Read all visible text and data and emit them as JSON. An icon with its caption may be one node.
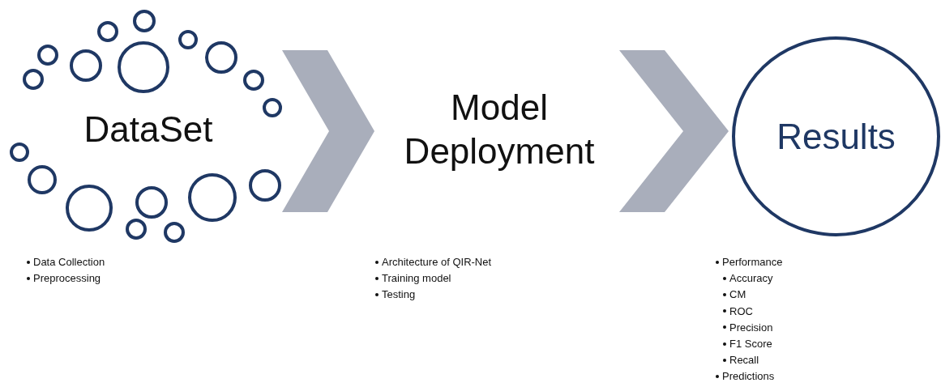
{
  "diagram": {
    "nodes": [
      {
        "text": [
          "DataSet"
        ],
        "beside": [
          "Data Collection",
          "Preprocessing"
        ]
      },
      {
        "text": [
          "Model Deployment"
        ],
        "beside": [
          "Architecture of QIR-Net",
          "Training model",
          "Testing"
        ]
      },
      {
        "text": [
          "Results"
        ],
        "beside": [
          "Performance",
          "Accuracy",
          "CM",
          "ROC",
          "Precision",
          "F1 Score",
          "Recall",
          "Predictions"
        ]
      }
    ],
    "edges": [
      {
        "from": 0,
        "to": 1,
        "arrow": "to"
      },
      {
        "from": 1,
        "to": 2,
        "arrow": "to"
      }
    ]
  }
}
